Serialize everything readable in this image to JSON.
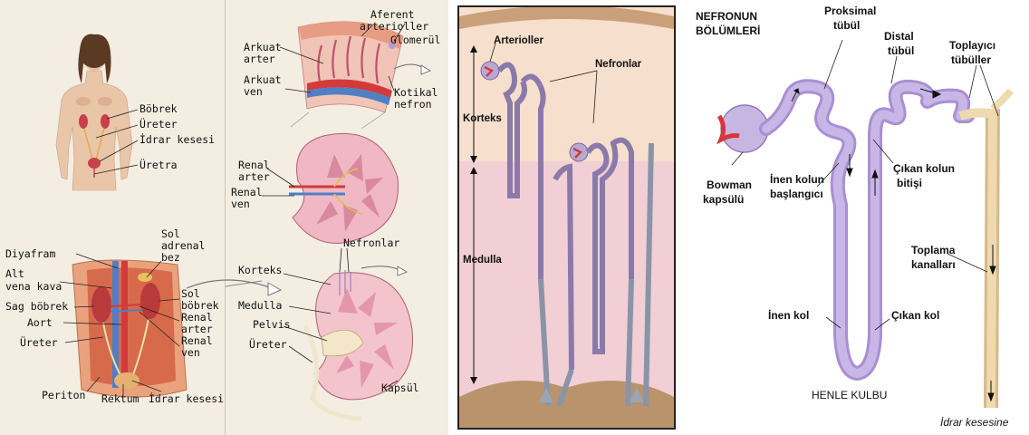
{
  "panel1": {
    "body_labels": [
      "Böbrek",
      "Üreter",
      "İdrar kesesi",
      "Üretra"
    ],
    "abdomen_labels": {
      "diyafram": "Diyafram",
      "alt_vena_kava_1": "Alt",
      "alt_vena_kava_2": "vena kava",
      "sag_bobrek": "Sag böbrek",
      "aort": "Aort",
      "ureter": "Üreter",
      "periton": "Periton",
      "rektum": "Rektum",
      "idrar_kesesi": "İdrar kesesi",
      "sol_adrenal_1": "Sol",
      "sol_adrenal_2": "adrenal",
      "sol_adrenal_3": "bez",
      "sol_bobrek_1": "Sol",
      "sol_bobrek_2": "böbrek",
      "renal_arter_1": "Renal",
      "renal_arter_2": "arter",
      "renal_ven_1": "Renal",
      "renal_ven_2": "ven"
    }
  },
  "panel2": {
    "afferent_1": "Aferent",
    "afferent_2": "arterioller",
    "glomerul": "Glomerül",
    "arkuat_arter_1": "Arkuat",
    "arkuat_arter_2": "arter",
    "arkuat_ven_1": "Arkuat",
    "arkuat_ven_2": "ven",
    "kotikal_1": "Kotikal",
    "kotikal_2": "nefron",
    "renal_arter_1": "Renal",
    "renal_arter_2": "arter",
    "renal_ven_1": "Renal",
    "renal_ven_2": "ven",
    "nefronlar": "Nefronlar",
    "korteks": "Korteks",
    "medulla": "Medulla",
    "pelvis": "Pelvis",
    "ureter": "Üreter",
    "kapsul": "Kapsül"
  },
  "panel3": {
    "arterioller": "Arterioller",
    "nefronlar": "Nefronlar",
    "korteks": "Korteks",
    "medulla": "Medulla"
  },
  "panel4": {
    "title_1": "NEFRONUN",
    "title_2": "BÖLÜMLERİ",
    "proksimal_1": "Proksimal",
    "proksimal_2": "tübül",
    "distal_1": "Distal",
    "distal_2": "tübül",
    "toplayici_1": "Toplayıcı",
    "toplayici_2": "tübüller",
    "bowman_1": "Bowman",
    "bowman_2": "kapsülü",
    "inen_basl_1": "İnen kolun",
    "inen_basl_2": "başlangıcı",
    "cikan_bit_1": "Çıkan kolun",
    "cikan_bit_2": "bitişi",
    "toplama_1": "Toplama",
    "toplama_2": "kanalları",
    "inen_kol": "İnen kol",
    "cikan_kol": "Çıkan kol",
    "henle": "HENLE KULBU",
    "idrar": "İdrar kesesine"
  },
  "colors": {
    "panel_bg": "#f3ede2",
    "kidney_pink": "#e7a7b6",
    "tubule_purple": "#b59ad6",
    "collecting_tan": "#e8cf9f",
    "artery_red": "#d33a3a",
    "vein_blue": "#4f7fc4"
  }
}
